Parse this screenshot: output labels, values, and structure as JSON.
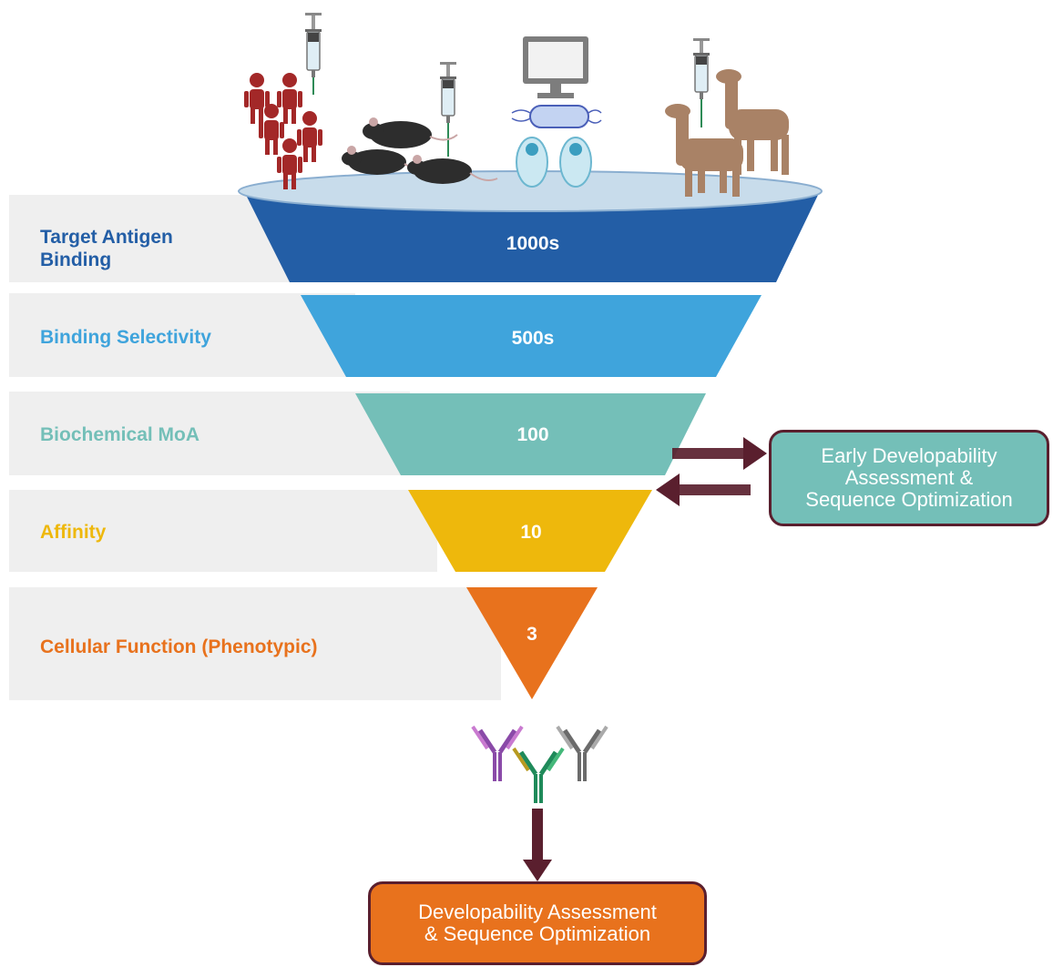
{
  "colors": {
    "target": "#235ea6",
    "selectivity": "#3fa4dc",
    "moa": "#74bfb8",
    "affinity": "#eeb80c",
    "cellular": "#e8721d",
    "arrow": "#5a1f2e",
    "early_box": "#74bfb8",
    "final_box": "#e8721d"
  },
  "stages": [
    {
      "label": "Target Antigen Binding",
      "count": "1000s"
    },
    {
      "label": "Binding Selectivity",
      "count": "500s"
    },
    {
      "label": "Biochemical MoA",
      "count": "100"
    },
    {
      "label": "Affinity",
      "count": "10"
    },
    {
      "label": "Cellular Function (Phenotypic)",
      "count": "3"
    }
  ],
  "early_box": {
    "line1": "Early Developability",
    "line2": "Assessment &",
    "line3": "Sequence Optimization"
  },
  "final_box": {
    "line1": "Developability Assessment",
    "line2": "& Sequence Optimization"
  },
  "icons": [
    "people-icon",
    "syringe-icon",
    "mouse-icon",
    "computer-icon",
    "bacterium-icon",
    "cell-icon",
    "llama-icon",
    "antibody-icon"
  ]
}
